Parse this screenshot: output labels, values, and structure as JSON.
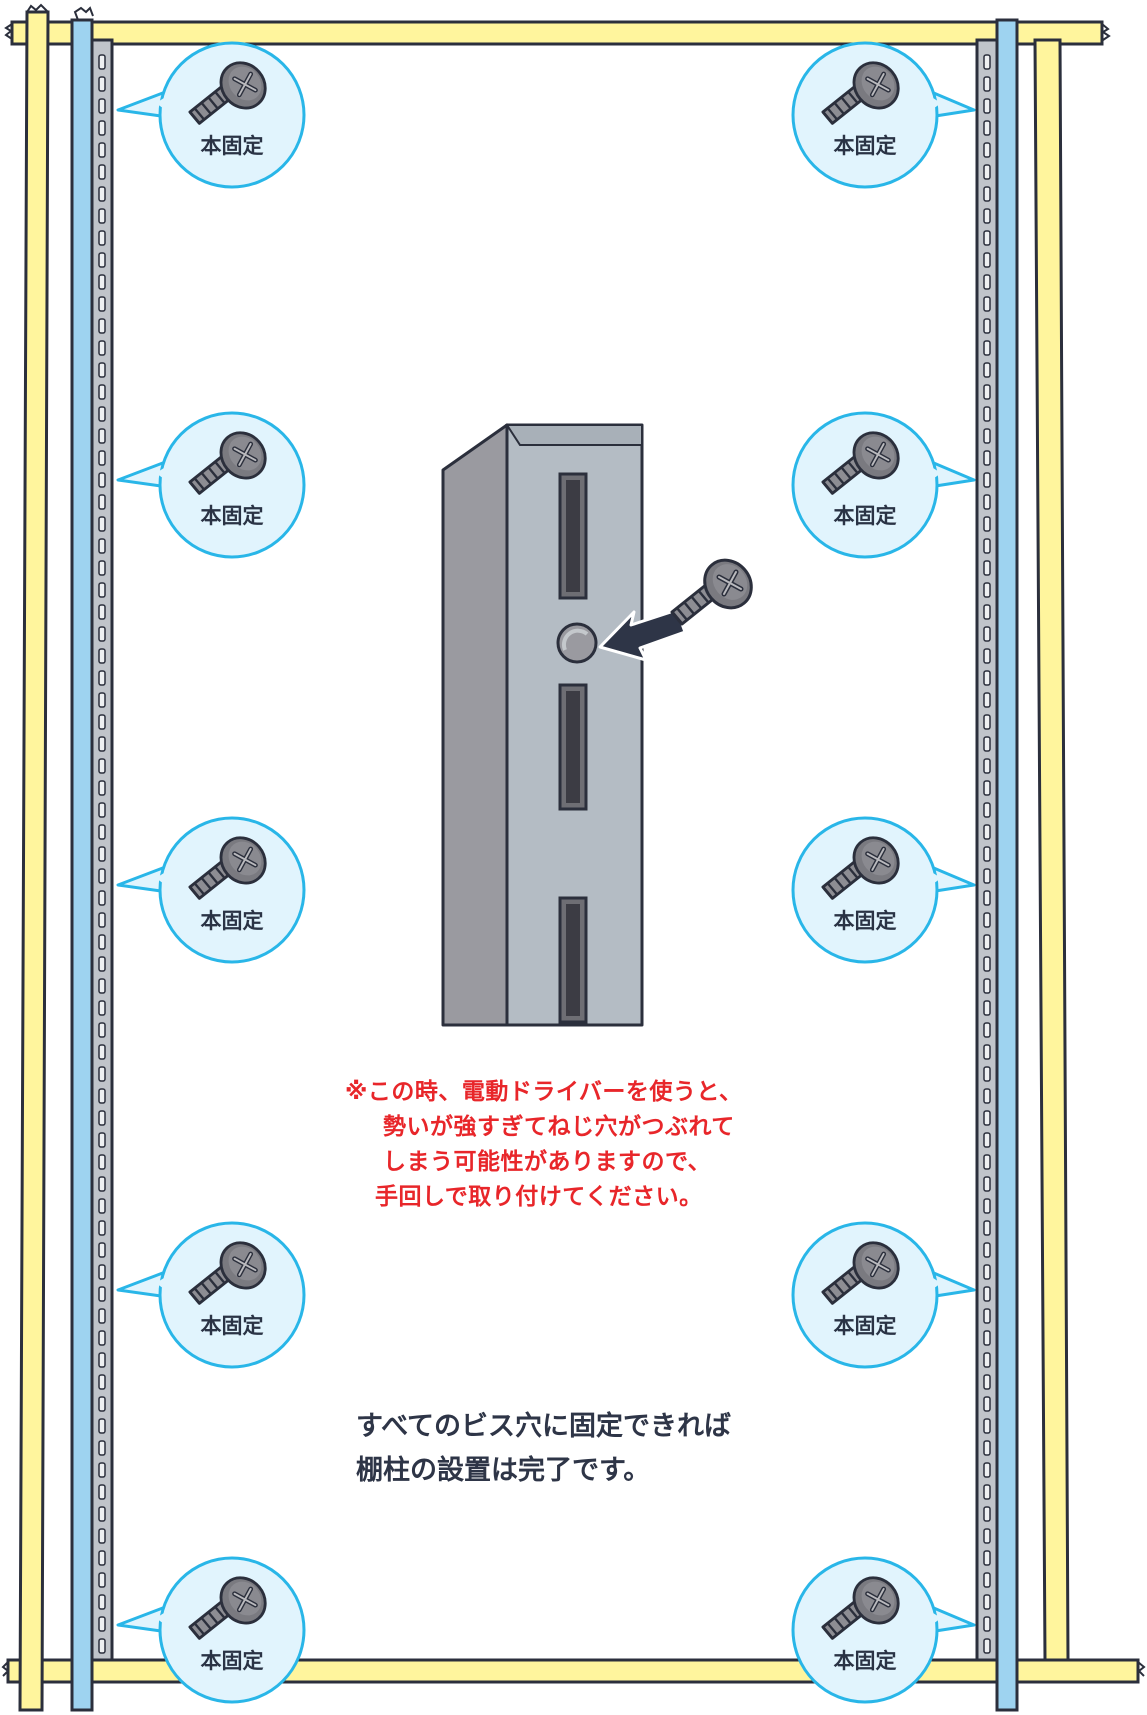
{
  "colors": {
    "wood": "#fff59d",
    "rail": "#9ed3f0",
    "post": "#c0c4ca",
    "bubble_fill": "#e1f4fd",
    "bubble_stroke": "#29b6e8",
    "screw": "#7a7a80",
    "outline": "#2b2f3c",
    "note_text": "#e8262a"
  },
  "bubbles": {
    "label": "本固定"
  },
  "note": {
    "line1": "※この時、電動ドライバーを使うと、",
    "line2": "勢いが強すぎてねじ穴がつぶれて",
    "line3": "しまう可能性がありますので、",
    "line4": "手回しで取り付けてください。"
  },
  "completion": {
    "line1": "すべてのビス穴に固定できれば",
    "line2": "棚柱の設置は完了です。"
  }
}
